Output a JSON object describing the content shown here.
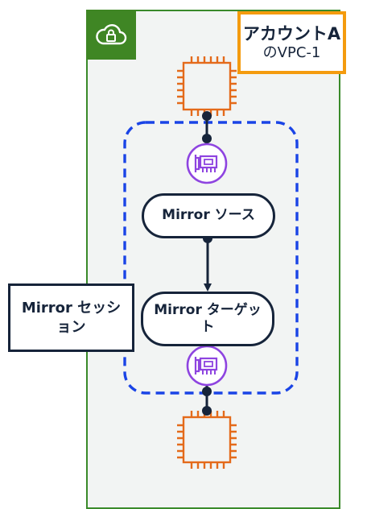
{
  "diagram": {
    "account_label": {
      "line1": "アカウントA",
      "line2": "のVPC-1"
    },
    "mirror_source": "Mirror ソース",
    "mirror_target": "Mirror ターゲット",
    "mirror_session": "Mirror セッション",
    "icons": [
      "vpc-cloud-lock-icon",
      "ec2-chip-icon",
      "eni-network-card-icon"
    ],
    "colors": {
      "vpc_border": "#3a8a2a",
      "vpc_badge": "#3f8624",
      "account_border": "#f49b0e",
      "ec2_orange": "#e46a1a",
      "eni_purple": "#8e44e0",
      "session_boundary": "#1a44e6",
      "dark_navy": "#16243a"
    }
  }
}
